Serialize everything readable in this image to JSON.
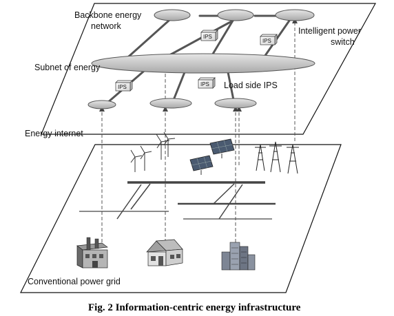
{
  "labels": {
    "backbone": [
      "Backbone energy",
      "network"
    ],
    "intelligent_switch": [
      "Intelligent power",
      "switch"
    ],
    "subnet": "Subnet of energy",
    "load_side_ips": "Load side IPS",
    "energy_internet": "Energy internet",
    "conventional_grid": "Conventional power grid",
    "ips_box": "IPS"
  },
  "caption": "Fig. 2 Information-centric energy infrastructure",
  "icons": {
    "wind": "wind-turbine-icon",
    "solar": "solar-panel-icon",
    "tower": "transmission-tower-icon",
    "factory": "factory-icon",
    "house": "house-icon",
    "building": "office-building-icon"
  },
  "colors": {
    "ellipse_fill": "#c9c9c9",
    "ellipse_stroke": "#555555",
    "line": "#555555"
  }
}
